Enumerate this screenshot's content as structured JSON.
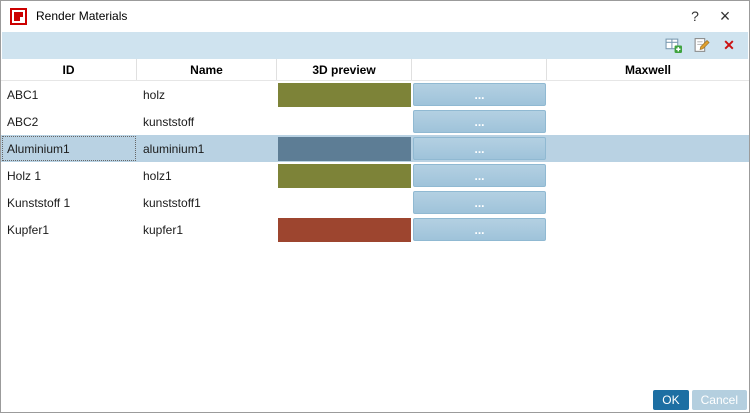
{
  "window": {
    "title": "Render Materials",
    "help_label": "?",
    "close_label": "×"
  },
  "toolbar": {
    "icons": [
      {
        "name": "add-material-icon",
        "meaning": "add new material"
      },
      {
        "name": "edit-material-icon",
        "meaning": "edit material"
      },
      {
        "name": "delete-material-icon",
        "meaning": "delete material",
        "glyph": "✕"
      }
    ],
    "delete_glyph": "✕"
  },
  "table": {
    "columns": [
      "ID",
      "Name",
      "3D preview",
      "",
      "Maxwell"
    ],
    "rows": [
      {
        "id": "ABC1",
        "name": "holz",
        "preview": "#7d8338",
        "button": "...",
        "maxwell": "",
        "selected": false
      },
      {
        "id": "ABC2",
        "name": "kunststoff",
        "preview": null,
        "button": "...",
        "maxwell": "",
        "selected": false
      },
      {
        "id": "Aluminium1",
        "name": "aluminium1",
        "preview": "#5d7d95",
        "button": "...",
        "maxwell": "",
        "selected": true
      },
      {
        "id": "Holz 1",
        "name": "holz1",
        "preview": "#7d8338",
        "button": "...",
        "maxwell": "",
        "selected": false
      },
      {
        "id": "Kunststoff 1",
        "name": "kunststoff1",
        "preview": null,
        "button": "...",
        "maxwell": "",
        "selected": false
      },
      {
        "id": "Kupfer1",
        "name": "kupfer1",
        "preview": "#9d452f",
        "button": "...",
        "maxwell": "",
        "selected": false
      }
    ]
  },
  "footer": {
    "ok": "OK",
    "cancel": "Cancel"
  },
  "colors": {
    "toolbar_bg": "#cfe3ef",
    "selected_row": "#b9d2e3",
    "dots_button": "#a6c8de",
    "ok_button": "#1d6fa3",
    "cancel_button": "#b4cfdf",
    "app_logo": "#cc0000"
  }
}
